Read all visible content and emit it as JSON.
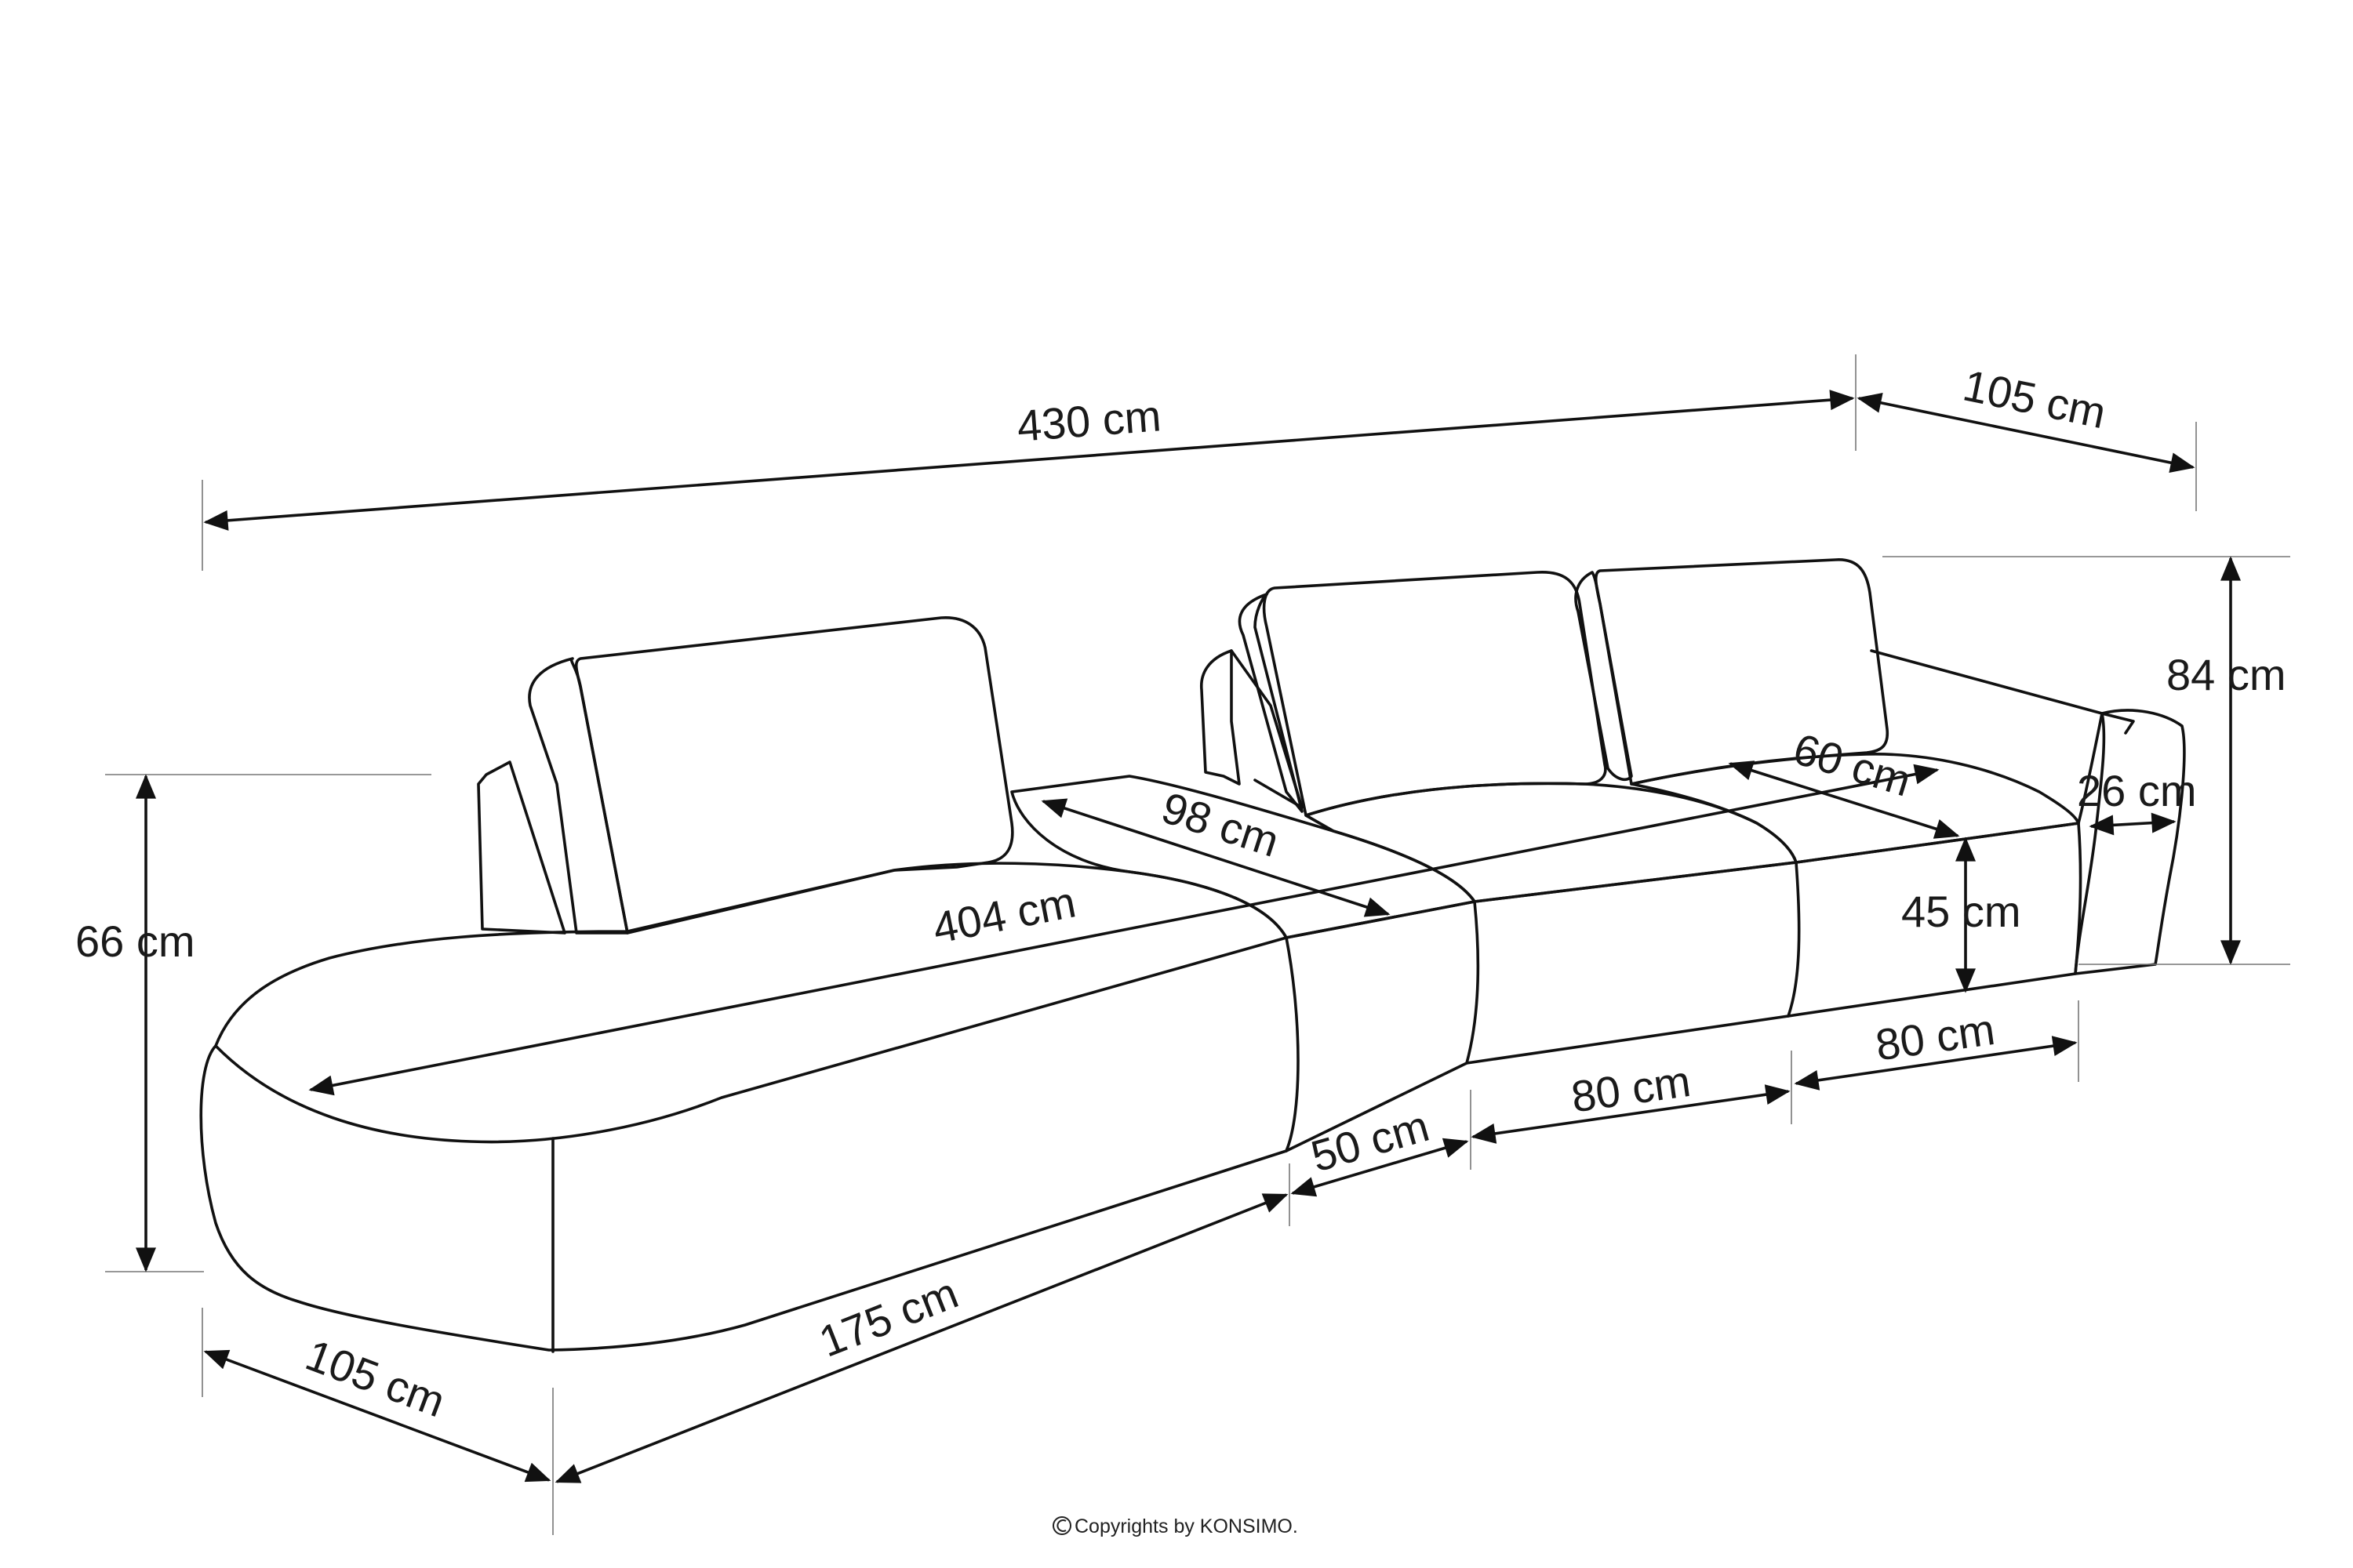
{
  "colors": {
    "line": "#111111",
    "extension": "#777777",
    "background": "#ffffff"
  },
  "dimensions": {
    "total_width": "430 cm",
    "side_depth_top": "105 cm",
    "total_height": "84 cm",
    "armrest_height": "66 cm",
    "seat_depth": "98 cm",
    "seat_length": "404 cm",
    "backrest_depth": "60 cm",
    "armrest_width": "26 cm",
    "seat_height": "45 cm",
    "module_80_right": "80 cm",
    "module_80_middle": "80 cm",
    "module_50": "50 cm",
    "chaise_length": "175 cm",
    "chaise_depth": "105 cm"
  },
  "copyright": "Copyrights by KONSIMO.",
  "copyright_icon": "copyright-icon"
}
